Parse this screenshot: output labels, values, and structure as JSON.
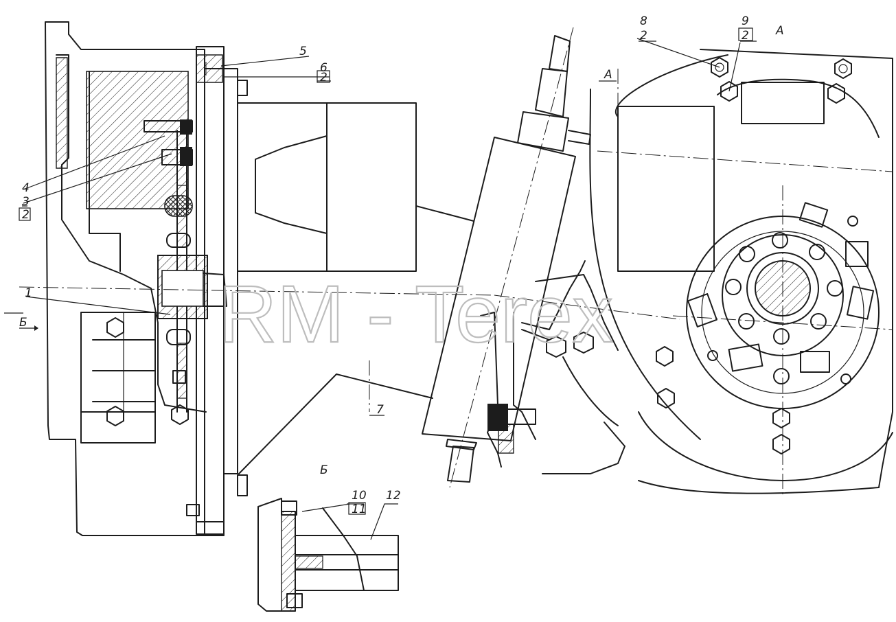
{
  "watermark": "RM - Terex",
  "view_labels": {
    "view_a_top": "А",
    "view_a_arrow": "А",
    "view_b_title": "Б",
    "view_b_arrow": "Б"
  },
  "callouts": {
    "c1": "1",
    "c4": "4",
    "c3": "3",
    "c3_sub": "2",
    "c5": "5",
    "c6": "6",
    "c6_sub": "2",
    "c7": "7",
    "c8": "8",
    "c8_sub": "2",
    "c9": "9",
    "c9_sub": "2",
    "c10": "10",
    "c10_sub": "11",
    "c12": "12"
  }
}
